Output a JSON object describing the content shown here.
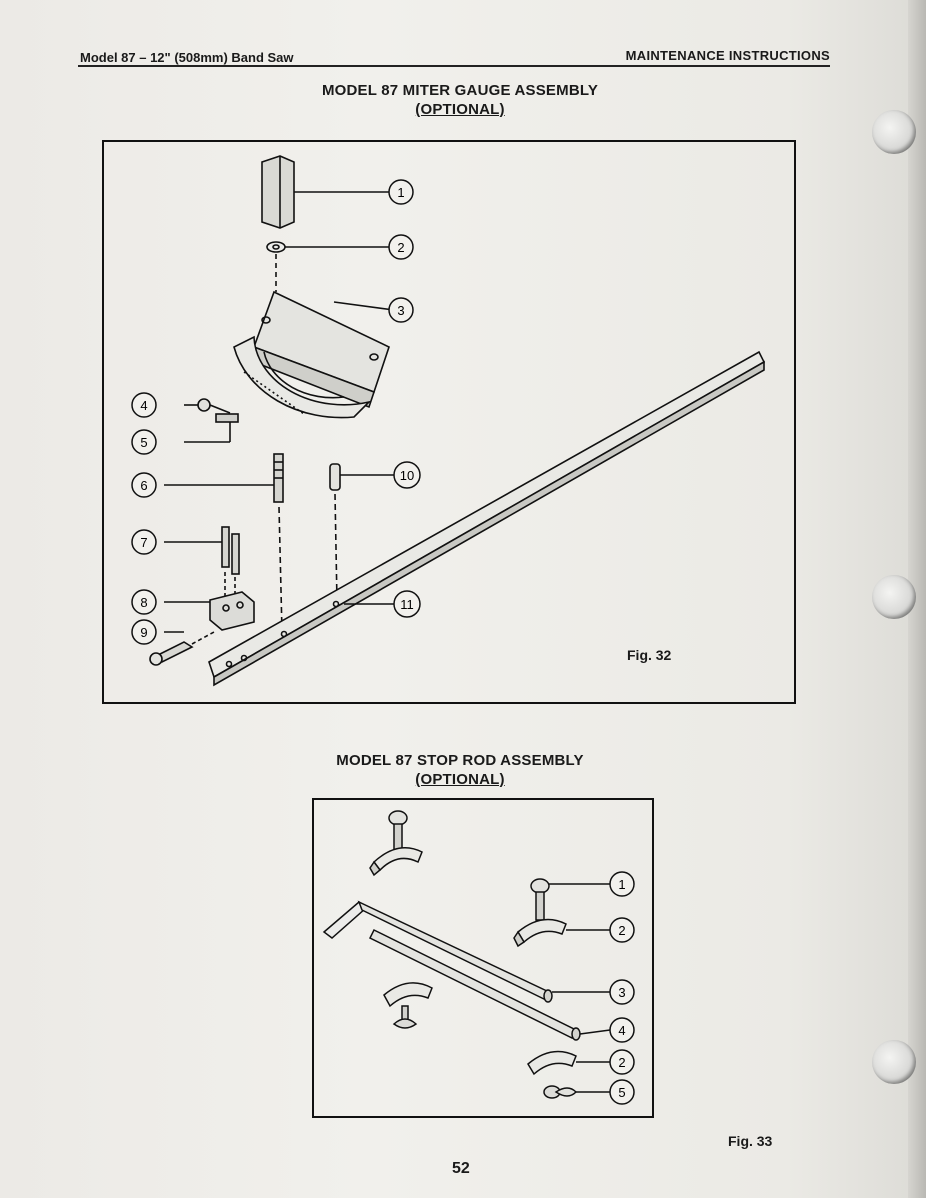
{
  "header": {
    "left": "Model 87 – 12\" (508mm) Band Saw",
    "right": "MAINTENANCE INSTRUCTIONS"
  },
  "fig32": {
    "title": "MODEL 87 MITER GAUGE ASSEMBLY",
    "subtitle": "(OPTIONAL)",
    "label": "Fig. 32",
    "callouts": [
      "1",
      "2",
      "3",
      "4",
      "5",
      "6",
      "7",
      "8",
      "9",
      "10",
      "11"
    ]
  },
  "fig33": {
    "title": "MODEL 87 STOP ROD ASSEMBLY",
    "subtitle": "(OPTIONAL)",
    "label": "Fig. 33",
    "callouts": [
      "1",
      "2",
      "3",
      "4",
      "2",
      "5"
    ]
  },
  "page_number": "52"
}
